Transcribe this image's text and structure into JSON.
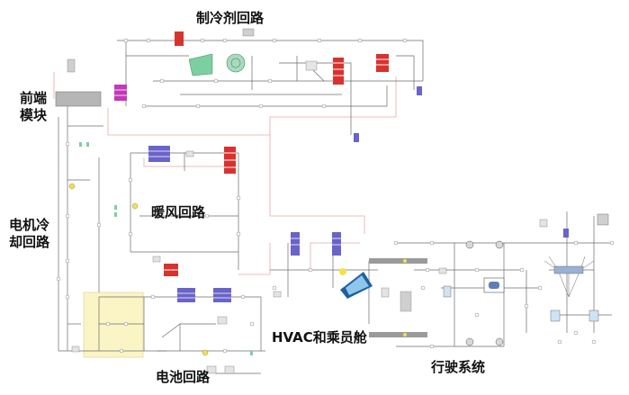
{
  "regions": {
    "refrigerant_loop": "制冷剂回路",
    "front_module_line1": "前端",
    "front_module_line2": "模块",
    "heating_loop": "暖风回路",
    "motor_cooling_line1": "电机冷",
    "motor_cooling_line2": "却回路",
    "hvac_cabin": "HVAC和乘员舱",
    "battery_loop": "电池回路",
    "driveline": "行驶系统"
  },
  "colors": {
    "line": "#6b6b6b",
    "pink_line": "#e6a9a9",
    "component_red": "#d8322f",
    "component_blue": "#6a63c9",
    "component_magenta": "#c239b9",
    "component_green": "#7ccfa0",
    "battery_highlight": "#fbf5c6",
    "sensor_yellow": "#f4e04c"
  }
}
